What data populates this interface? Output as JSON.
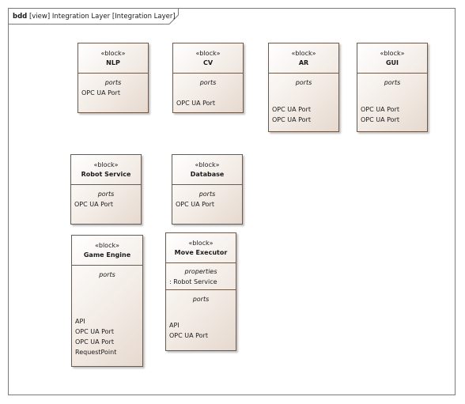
{
  "diagram": {
    "title_kind": "bdd",
    "title_rest": " [view] Integration Layer [Integration Layer]"
  },
  "blocks": {
    "nlp": {
      "stereotype": "«block»",
      "name": "NLP",
      "ports_label": "ports",
      "ports": [
        "OPC UA Port"
      ]
    },
    "cv": {
      "stereotype": "«block»",
      "name": "CV",
      "ports_label": "ports",
      "ports": [
        "OPC UA Port"
      ]
    },
    "ar": {
      "stereotype": "«block»",
      "name": "AR",
      "ports_label": "ports",
      "ports": [
        "OPC UA Port",
        "OPC UA Port"
      ]
    },
    "gui": {
      "stereotype": "«block»",
      "name": "GUI",
      "ports_label": "ports",
      "ports": [
        "OPC UA Port",
        "OPC UA Port"
      ]
    },
    "robot_service": {
      "stereotype": "«block»",
      "name": "Robot Service",
      "ports_label": "ports",
      "ports": [
        "OPC UA Port"
      ]
    },
    "database": {
      "stereotype": "«block»",
      "name": "Database",
      "ports_label": "ports",
      "ports": [
        "OPC UA Port"
      ]
    },
    "game_engine": {
      "stereotype": "«block»",
      "name": "Game Engine",
      "ports_label": "ports",
      "ports": [
        "API",
        "OPC UA Port",
        "OPC UA Port",
        "RequestPoint"
      ]
    },
    "move_executor": {
      "stereotype": "«block»",
      "name": "Move Executor",
      "properties_label": "properties",
      "properties": [
        ": Robot Service"
      ],
      "ports_label": "ports",
      "ports": [
        "API",
        "OPC UA Port"
      ]
    }
  }
}
